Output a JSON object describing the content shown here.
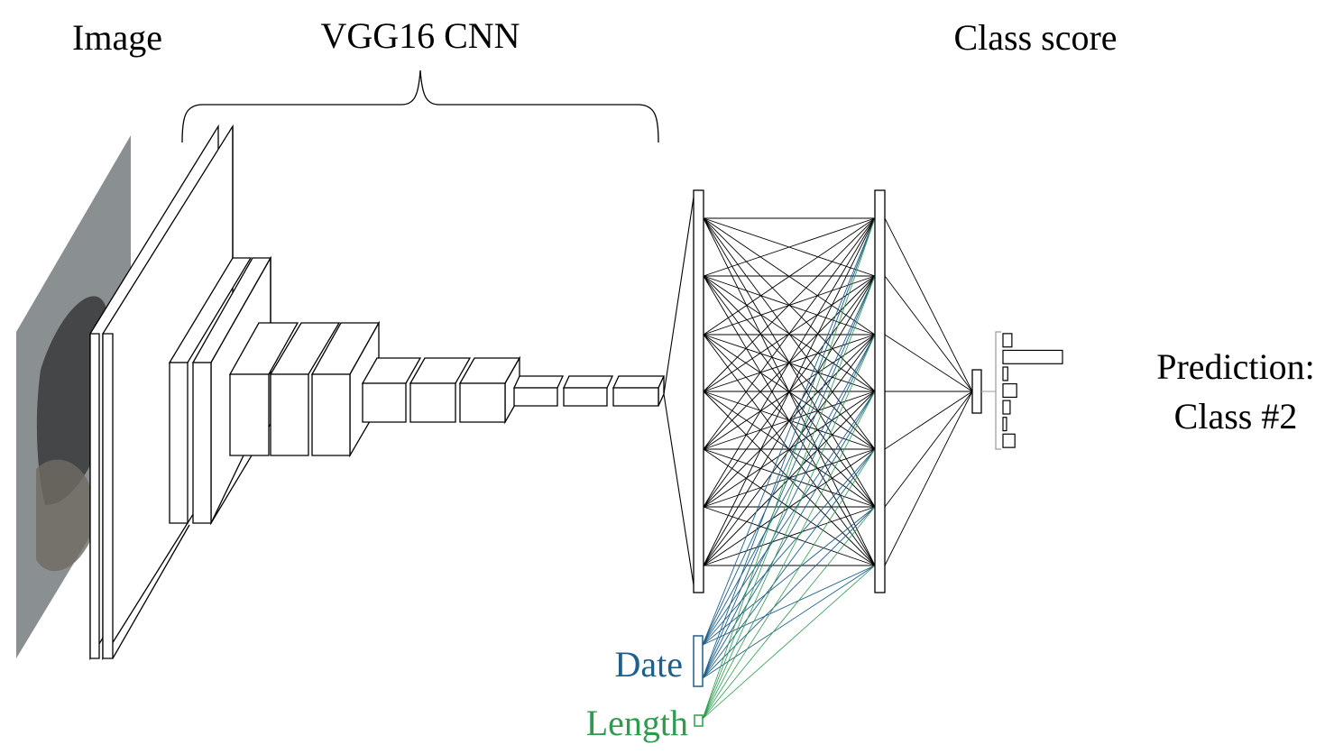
{
  "labels": {
    "image": "Image",
    "cnn": "VGG16 CNN",
    "class_score": "Class score",
    "prediction_line1": "Prediction:",
    "prediction_line2": "Class #2",
    "date": "Date",
    "length": "Length"
  },
  "colors": {
    "stroke": "#000000",
    "date": "#1f5f8b",
    "length": "#2e9b4e",
    "photo_bg": "#8a8f92",
    "photo_subject": "#3d3e40"
  },
  "score_bars": [
    0.15,
    1.0,
    0.08,
    0.23,
    0.12,
    0.06,
    0.2
  ],
  "predicted_class_index": 1
}
